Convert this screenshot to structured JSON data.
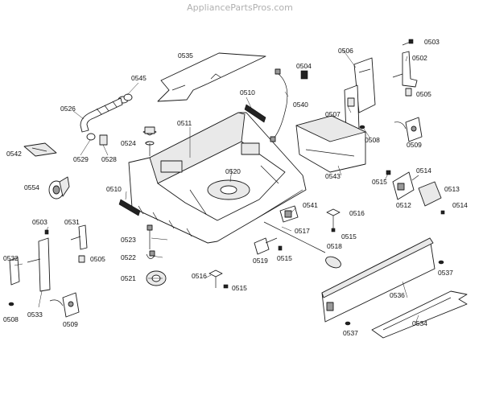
{
  "watermark": "AppliancePartsPros.com",
  "labels": {
    "p0535": "0535",
    "p0545": "0545",
    "p0526": "0526",
    "p0529": "0529",
    "p0528": "0528",
    "p0542": "0542",
    "p0554": "0554",
    "p0524": "0524",
    "p0511": "0511",
    "p0510a": "0510",
    "p0510b": "0510",
    "p0520": "0520",
    "p0504": "0504",
    "p0540": "0540",
    "p0506": "0506",
    "p0503a": "0503",
    "p0502": "0502",
    "p0505a": "0505",
    "p0507": "0507",
    "p0508a": "0508",
    "p0509a": "0509",
    "p0543": "0543",
    "p0515a": "0515",
    "p0514a": "0514",
    "p0513": "0513",
    "p0512": "0512",
    "p0514b": "0514",
    "p0541": "0541",
    "p0516a": "0516",
    "p0515b": "0515",
    "p0517": "0517",
    "p0518": "0518",
    "p0519": "0519",
    "p0515c": "0515",
    "p0523": "0523",
    "p0522": "0522",
    "p0521": "0521",
    "p0516b": "0516",
    "p0515d": "0515",
    "p0503b": "0503",
    "p0531": "0531",
    "p0505b": "0505",
    "p0532": "0532",
    "p0508b": "0508",
    "p0533": "0533",
    "p0509b": "0509",
    "p0536": "0536",
    "p0537a": "0537",
    "p0537b": "0537",
    "p0534": "0534"
  }
}
